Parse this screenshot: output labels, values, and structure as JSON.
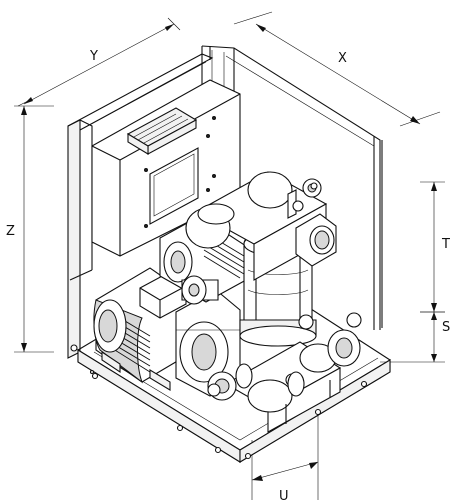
{
  "dimensions": {
    "x": "X",
    "y": "Y",
    "z": "Z",
    "t": "T",
    "s": "S",
    "u": "U"
  },
  "colors": {
    "line": "#111111",
    "background": "#ffffff",
    "shade": "#d8d8d8"
  }
}
